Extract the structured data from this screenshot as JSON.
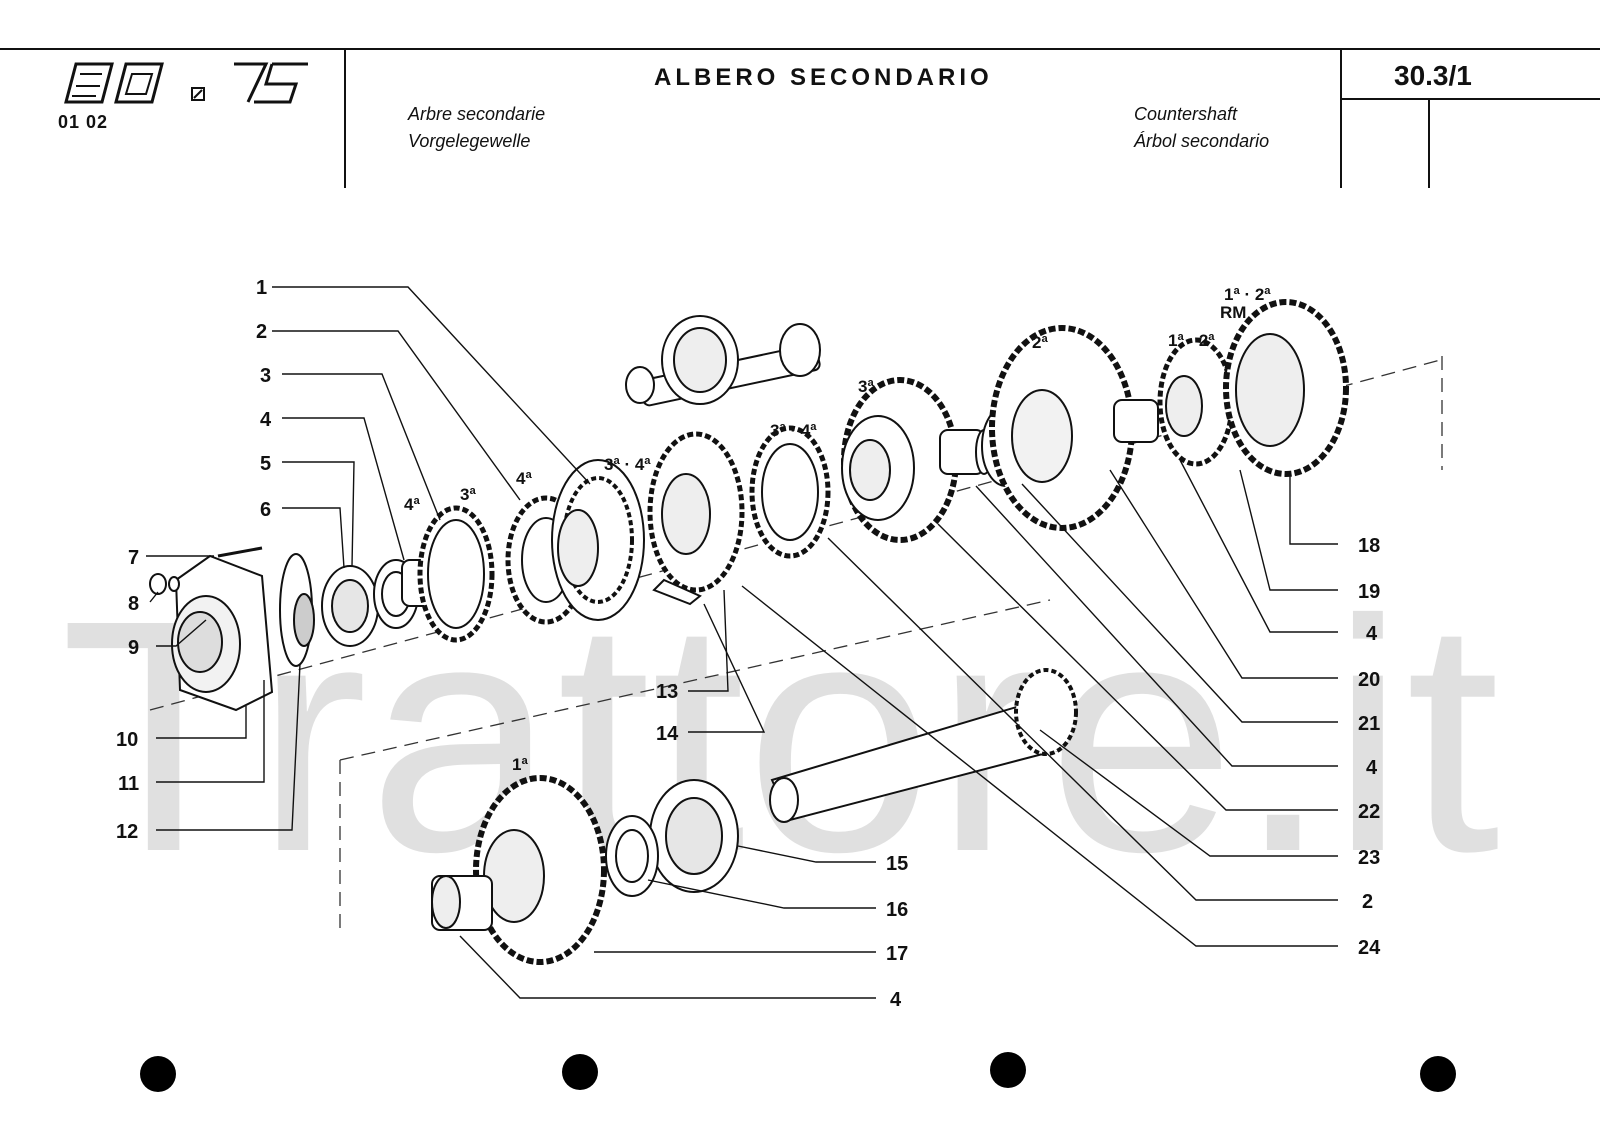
{
  "header": {
    "model": "80.75",
    "code": "01 02",
    "title": "ALBERO SECONDARIO",
    "subtitles": {
      "fr": "Arbre secondarie",
      "de": "Vorgelegewelle",
      "en": "Countershaft",
      "es": "Árbol secondario"
    },
    "page": "30.3/1"
  },
  "watermark": "Trattore.it",
  "callouts_left": [
    "1",
    "2",
    "3",
    "4",
    "5",
    "6",
    "7",
    "8",
    "9",
    "10",
    "11",
    "12"
  ],
  "callouts_center": [
    "13",
    "14"
  ],
  "callouts_bottom": [
    "15",
    "16",
    "17",
    "4"
  ],
  "callouts_right": [
    "18",
    "19",
    "4",
    "20",
    "21",
    "4",
    "22",
    "23",
    "2",
    "24"
  ],
  "gear_labels": {
    "g4a_left": "4ª",
    "g3a_left": "3ª",
    "g4a_mid": "4ª",
    "g34_a": "3ª · 4ª",
    "g34_b": "3ª · 4ª",
    "g3a_right": "3ª",
    "g2a": "2ª",
    "g12_a": "1ª · 2ª",
    "g12_b": "1ª · 2ª",
    "rm": "RM",
    "g1a": "1ª"
  }
}
